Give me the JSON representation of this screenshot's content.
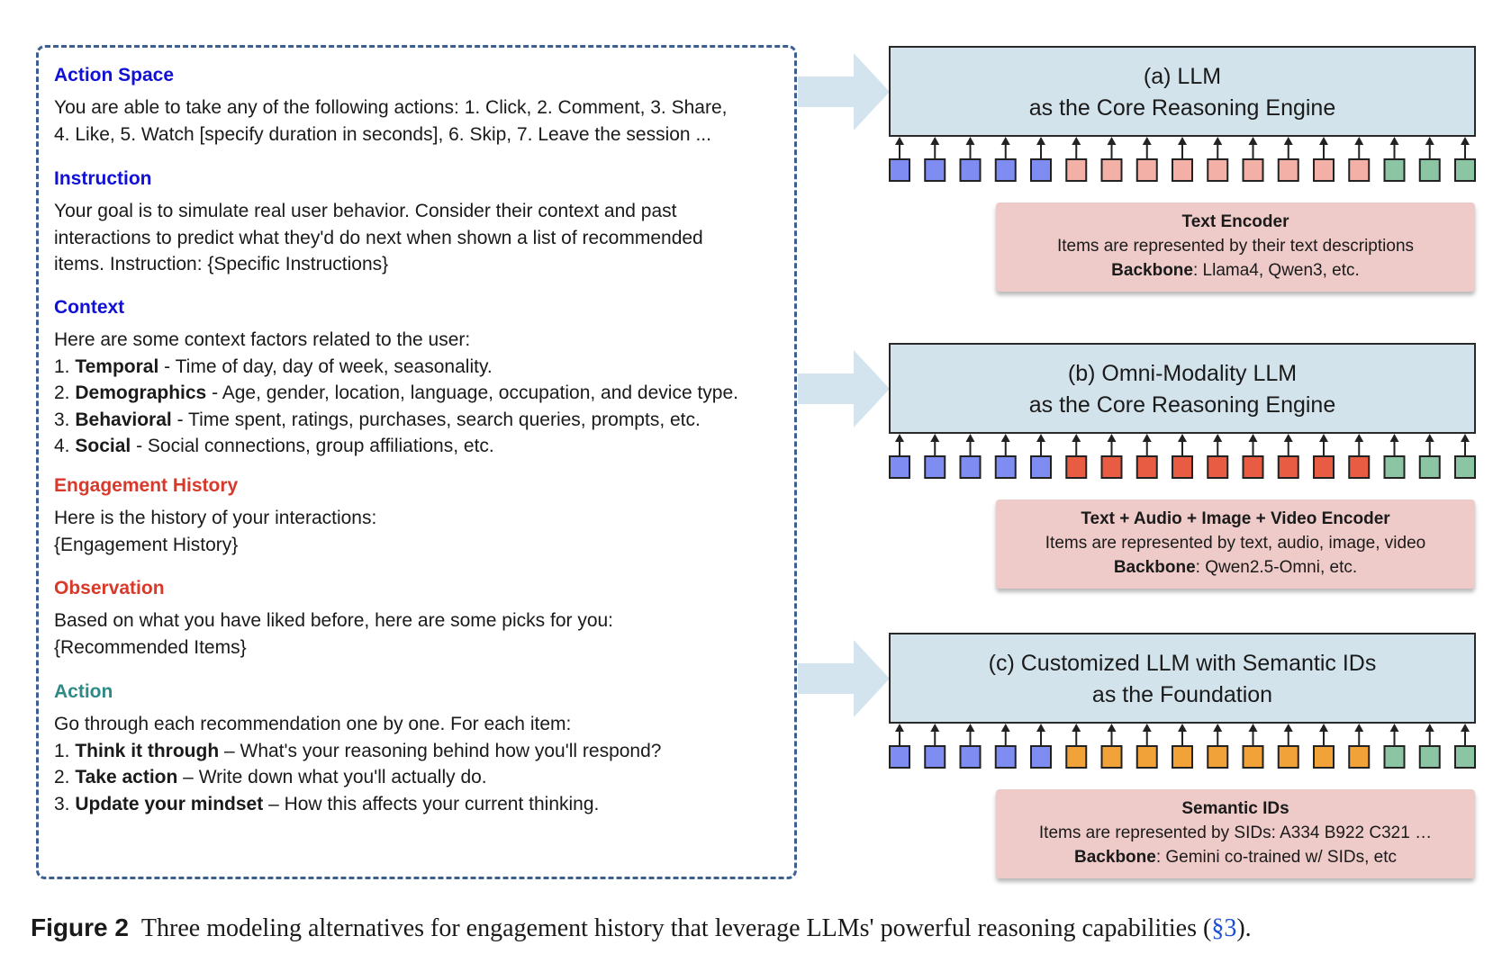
{
  "prompt": {
    "action_space": {
      "heading": "Action Space",
      "lines": [
        "You are able to take any of the following actions: 1. Click, 2. Comment, 3. Share,",
        "4. Like, 5. Watch [specify duration in seconds], 6. Skip, 7. Leave the session ..."
      ]
    },
    "instruction": {
      "heading": "Instruction",
      "lines": [
        "Your goal is to simulate real user behavior. Consider their context and past",
        "interactions to predict what they'd do next when shown a list of recommended",
        "items. Instruction: {Specific Instructions}"
      ]
    },
    "context": {
      "heading": "Context",
      "intro": "Here are some context factors related to the user:",
      "items": [
        {
          "num": "1.",
          "term": "Temporal",
          "desc": " - Time of day, day of week, seasonality."
        },
        {
          "num": "2.",
          "term": "Demographics",
          "desc": " - Age, gender, location, language, occupation, and device type."
        },
        {
          "num": "3.",
          "term": "Behavioral",
          "desc": " - Time spent, ratings, purchases, search queries, prompts, etc."
        },
        {
          "num": "4.",
          "term": "Social",
          "desc": " - Social connections, group affiliations, etc."
        }
      ]
    },
    "engagement_history": {
      "heading": "Engagement History",
      "lines": [
        "Here is the history of your interactions:",
        "{Engagement History}"
      ]
    },
    "observation": {
      "heading": "Observation",
      "lines": [
        "Based on what you have liked before, here are some picks for you:",
        "{Recommended Items}"
      ]
    },
    "action": {
      "heading": "Action",
      "intro": "Go through each recommendation one by one. For each item:",
      "items": [
        {
          "num": "1.",
          "term": "Think it through",
          "desc": " – What's your reasoning behind how you'll respond?"
        },
        {
          "num": "2.",
          "term": "Take action",
          "desc": " – Write down what you'll actually do."
        },
        {
          "num": "3.",
          "term": "Update your mindset",
          "desc": " – How this affects your current thinking."
        }
      ]
    }
  },
  "engines": [
    {
      "title_line1": "(a) LLM",
      "title_line2": "as the Core Reasoning Engine",
      "tokens": [
        "blue",
        "blue",
        "blue",
        "blue",
        "blue",
        "pink",
        "pink",
        "pink",
        "pink",
        "pink",
        "pink",
        "pink",
        "pink",
        "pink",
        "green",
        "green",
        "green"
      ],
      "encoder": {
        "title": "Text Encoder",
        "line": "Items are represented by their text descriptions",
        "backbone_label": "Backbone",
        "backbone_value": ": Llama4, Qwen3, etc."
      }
    },
    {
      "title_line1": "(b) Omni-Modality LLM",
      "title_line2": "as the Core Reasoning Engine",
      "tokens": [
        "blue",
        "blue",
        "blue",
        "blue",
        "blue",
        "red",
        "red",
        "red",
        "red",
        "red",
        "red",
        "red",
        "red",
        "red",
        "green",
        "green",
        "green"
      ],
      "encoder": {
        "title": "Text + Audio + Image + Video Encoder",
        "line": "Items are represented by text, audio, image, video",
        "backbone_label": "Backbone",
        "backbone_value": ": Qwen2.5-Omni, etc."
      }
    },
    {
      "title_line1": "(c) Customized LLM with Semantic IDs",
      "title_line2": "as the Foundation",
      "tokens": [
        "blue",
        "blue",
        "blue",
        "blue",
        "blue",
        "orange",
        "orange",
        "orange",
        "orange",
        "orange",
        "orange",
        "orange",
        "orange",
        "orange",
        "green",
        "green",
        "green"
      ],
      "encoder": {
        "title": "Semantic IDs",
        "line": "Items are represented by SIDs: A334 B922 C321 …",
        "backbone_label": "Backbone",
        "backbone_value": ": Gemini co-trained w/ SIDs, etc"
      }
    }
  ],
  "token_colors": {
    "blue": "#7f8cf2",
    "pink": "#f2b0a6",
    "red": "#e85c44",
    "orange": "#f1a33a",
    "green": "#8cc5a3"
  },
  "caption": {
    "label": "Figure 2",
    "text": "Three modeling alternatives for engagement history that leverage LLMs' powerful reasoning capabilities (",
    "ref": "§3",
    "end": ")."
  }
}
